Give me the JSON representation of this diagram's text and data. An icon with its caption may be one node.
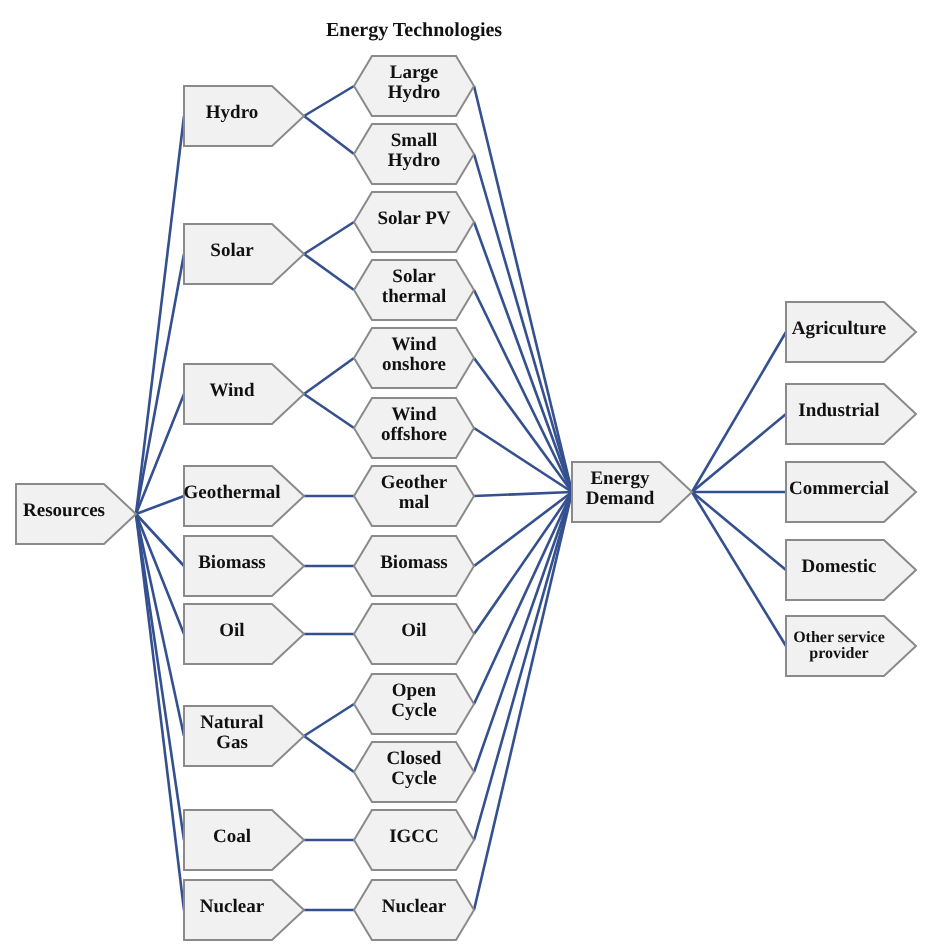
{
  "diagram": {
    "title": "Energy Technologies",
    "nodes": [
      {
        "text": [
          "Resources"
        ]
      },
      {
        "text": [
          "Hydro"
        ]
      },
      {
        "text": [
          "Solar"
        ]
      },
      {
        "text": [
          "Wind"
        ]
      },
      {
        "text": [
          "Geothermal"
        ]
      },
      {
        "text": [
          "Biomass"
        ]
      },
      {
        "text": [
          "Oil"
        ]
      },
      {
        "text": [
          "Natural Gas"
        ]
      },
      {
        "text": [
          "Coal"
        ]
      },
      {
        "text": [
          "Nuclear"
        ]
      },
      {
        "text": [
          "Large Hydro"
        ]
      },
      {
        "text": [
          "Small Hydro"
        ]
      },
      {
        "text": [
          "Solar PV"
        ]
      },
      {
        "text": [
          "Solar thermal"
        ]
      },
      {
        "text": [
          "Wind onshore"
        ]
      },
      {
        "text": [
          "Wind offshore"
        ]
      },
      {
        "text": [
          "Geother mal"
        ]
      },
      {
        "text": [
          "Biomass"
        ]
      },
      {
        "text": [
          "Oil"
        ]
      },
      {
        "text": [
          "Open Cycle"
        ]
      },
      {
        "text": [
          "Closed Cycle"
        ]
      },
      {
        "text": [
          "IGCC"
        ]
      },
      {
        "text": [
          "Nuclear"
        ]
      },
      {
        "text": [
          "Energy Demand"
        ]
      },
      {
        "text": [
          "Agriculture"
        ]
      },
      {
        "text": [
          "Industrial"
        ]
      },
      {
        "text": [
          "Commercial"
        ]
      },
      {
        "text": [
          "Domestic"
        ]
      },
      {
        "text": [
          "Other service provider"
        ]
      }
    ],
    "edges": [
      {
        "from": 0,
        "to": 1,
        "arrow": "none"
      },
      {
        "from": 0,
        "to": 2,
        "arrow": "none"
      },
      {
        "from": 0,
        "to": 3,
        "arrow": "none"
      },
      {
        "from": 0,
        "to": 4,
        "arrow": "none"
      },
      {
        "from": 0,
        "to": 5,
        "arrow": "none"
      },
      {
        "from": 0,
        "to": 6,
        "arrow": "none"
      },
      {
        "from": 0,
        "to": 7,
        "arrow": "none"
      },
      {
        "from": 0,
        "to": 8,
        "arrow": "none"
      },
      {
        "from": 0,
        "to": 9,
        "arrow": "none"
      },
      {
        "from": 1,
        "to": 10,
        "arrow": "none"
      },
      {
        "from": 1,
        "to": 11,
        "arrow": "none"
      },
      {
        "from": 2,
        "to": 12,
        "arrow": "none"
      },
      {
        "from": 2,
        "to": 13,
        "arrow": "none"
      },
      {
        "from": 3,
        "to": 14,
        "arrow": "none"
      },
      {
        "from": 3,
        "to": 15,
        "arrow": "none"
      },
      {
        "from": 4,
        "to": 16,
        "arrow": "none"
      },
      {
        "from": 5,
        "to": 17,
        "arrow": "none"
      },
      {
        "from": 6,
        "to": 18,
        "arrow": "none"
      },
      {
        "from": 7,
        "to": 19,
        "arrow": "none"
      },
      {
        "from": 7,
        "to": 20,
        "arrow": "none"
      },
      {
        "from": 8,
        "to": 21,
        "arrow": "none"
      },
      {
        "from": 9,
        "to": 22,
        "arrow": "none"
      },
      {
        "from": 10,
        "to": 23,
        "arrow": "none"
      },
      {
        "from": 11,
        "to": 23,
        "arrow": "none"
      },
      {
        "from": 12,
        "to": 23,
        "arrow": "none"
      },
      {
        "from": 13,
        "to": 23,
        "arrow": "none"
      },
      {
        "from": 14,
        "to": 23,
        "arrow": "none"
      },
      {
        "from": 15,
        "to": 23,
        "arrow": "none"
      },
      {
        "from": 16,
        "to": 23,
        "arrow": "none"
      },
      {
        "from": 17,
        "to": 23,
        "arrow": "none"
      },
      {
        "from": 18,
        "to": 23,
        "arrow": "none"
      },
      {
        "from": 19,
        "to": 23,
        "arrow": "none"
      },
      {
        "from": 20,
        "to": 23,
        "arrow": "none"
      },
      {
        "from": 21,
        "to": 23,
        "arrow": "none"
      },
      {
        "from": 22,
        "to": 23,
        "arrow": "none"
      },
      {
        "from": 23,
        "to": 24,
        "arrow": "none"
      },
      {
        "from": 23,
        "to": 25,
        "arrow": "none"
      },
      {
        "from": 23,
        "to": 26,
        "arrow": "none"
      },
      {
        "from": 23,
        "to": 27,
        "arrow": "none"
      },
      {
        "from": 23,
        "to": 28,
        "arrow": "none"
      }
    ]
  }
}
